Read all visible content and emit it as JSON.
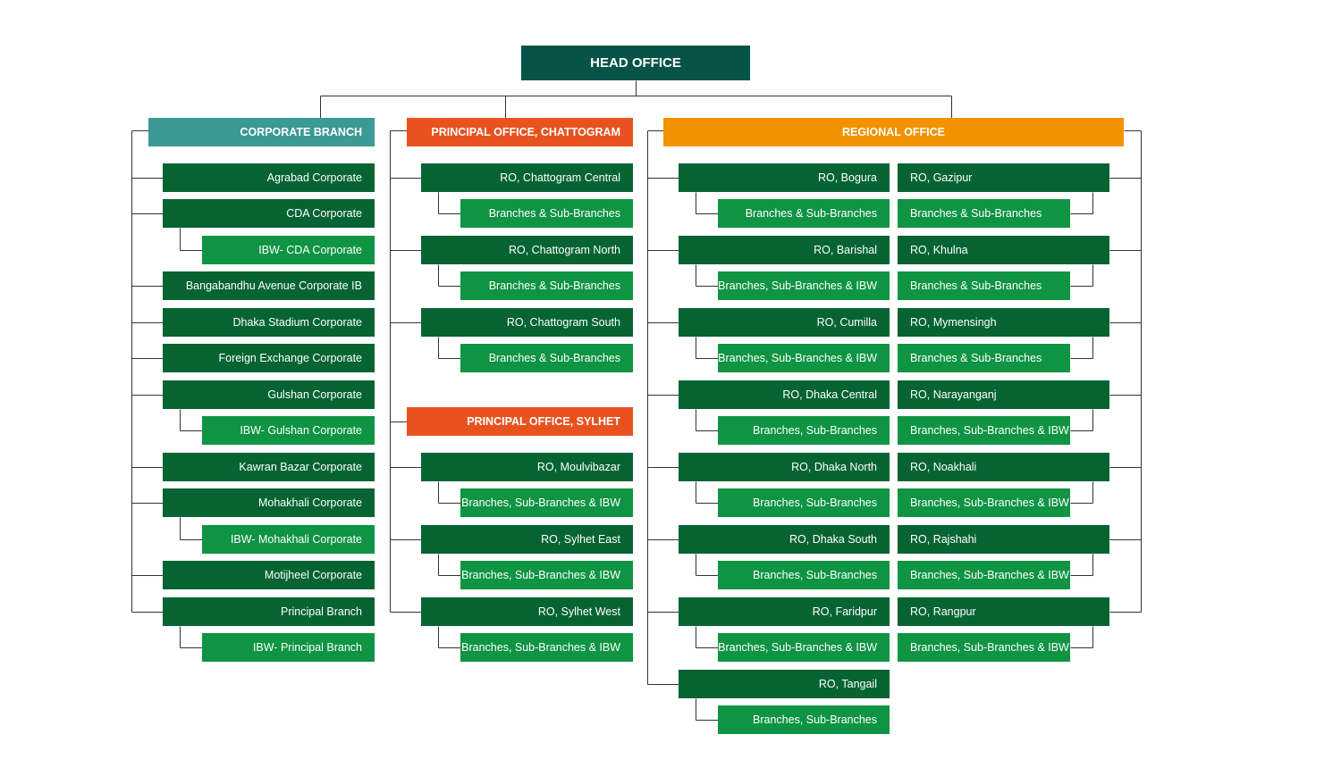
{
  "colors": {
    "head_office": "#065447",
    "corporate_header": "#3b9a93",
    "principal_header": "#e8521f",
    "regional_header": "#f39200",
    "node_dark": "#066433",
    "node_light": "#0f9443",
    "connector": "#333333"
  },
  "head_office": "HEAD OFFICE",
  "corporate": {
    "header": "CORPORATE BRANCH",
    "items": [
      {
        "label": "Agrabad Corporate"
      },
      {
        "label": "CDA Corporate",
        "sub": "IBW- CDA Corporate"
      },
      {
        "label": "Bangabandhu Avenue Corporate IB"
      },
      {
        "label": "Dhaka Stadium Corporate"
      },
      {
        "label": "Foreign Exchange Corporate"
      },
      {
        "label": "Gulshan Corporate",
        "sub": "IBW- Gulshan Corporate"
      },
      {
        "label": "Kawran Bazar Corporate"
      },
      {
        "label": "Mohakhali Corporate",
        "sub": "IBW- Mohakhali Corporate"
      },
      {
        "label": "Motijheel Corporate"
      },
      {
        "label": "Principal Branch",
        "sub": "IBW- Principal Branch"
      }
    ]
  },
  "principal_chattogram": {
    "header": "PRINCIPAL OFFICE, CHATTOGRAM",
    "items": [
      {
        "label": "RO, Chattogram Central",
        "sub": "Branches & Sub-Branches"
      },
      {
        "label": "RO, Chattogram North",
        "sub": "Branches & Sub-Branches"
      },
      {
        "label": "RO, Chattogram South",
        "sub": "Branches & Sub-Branches"
      }
    ]
  },
  "principal_sylhet": {
    "header": "PRINCIPAL OFFICE, SYLHET",
    "items": [
      {
        "label": "RO, Moulvibazar",
        "sub": "Branches, Sub-Branches & IBW"
      },
      {
        "label": "RO, Sylhet East",
        "sub": "Branches, Sub-Branches & IBW"
      },
      {
        "label": "RO, Sylhet West",
        "sub": "Branches, Sub-Branches & IBW"
      }
    ]
  },
  "regional": {
    "header": "REGIONAL OFFICE",
    "left": [
      {
        "label": "RO, Bogura",
        "sub": "Branches & Sub-Branches"
      },
      {
        "label": "RO, Barishal",
        "sub": "Branches, Sub-Branches & IBW"
      },
      {
        "label": "RO, Cumilla",
        "sub": "Branches, Sub-Branches & IBW"
      },
      {
        "label": "RO, Dhaka Central",
        "sub": "Branches, Sub-Branches"
      },
      {
        "label": "RO, Dhaka North",
        "sub": "Branches, Sub-Branches"
      },
      {
        "label": "RO, Dhaka South",
        "sub": "Branches, Sub-Branches"
      },
      {
        "label": "RO, Faridpur",
        "sub": "Branches, Sub-Branches & IBW"
      },
      {
        "label": "RO, Tangail",
        "sub": "Branches, Sub-Branches"
      }
    ],
    "right": [
      {
        "label": "RO, Gazipur",
        "sub": "Branches & Sub-Branches"
      },
      {
        "label": "RO, Khulna",
        "sub": "Branches & Sub-Branches"
      },
      {
        "label": "RO, Mymensingh",
        "sub": "Branches & Sub-Branches"
      },
      {
        "label": "RO, Narayanganj",
        "sub": "Branches, Sub-Branches & IBW"
      },
      {
        "label": "RO, Noakhali",
        "sub": "Branches, Sub-Branches & IBW"
      },
      {
        "label": "RO, Rajshahi",
        "sub": "Branches, Sub-Branches & IBW"
      },
      {
        "label": "RO, Rangpur",
        "sub": "Branches, Sub-Branches & IBW"
      }
    ]
  }
}
